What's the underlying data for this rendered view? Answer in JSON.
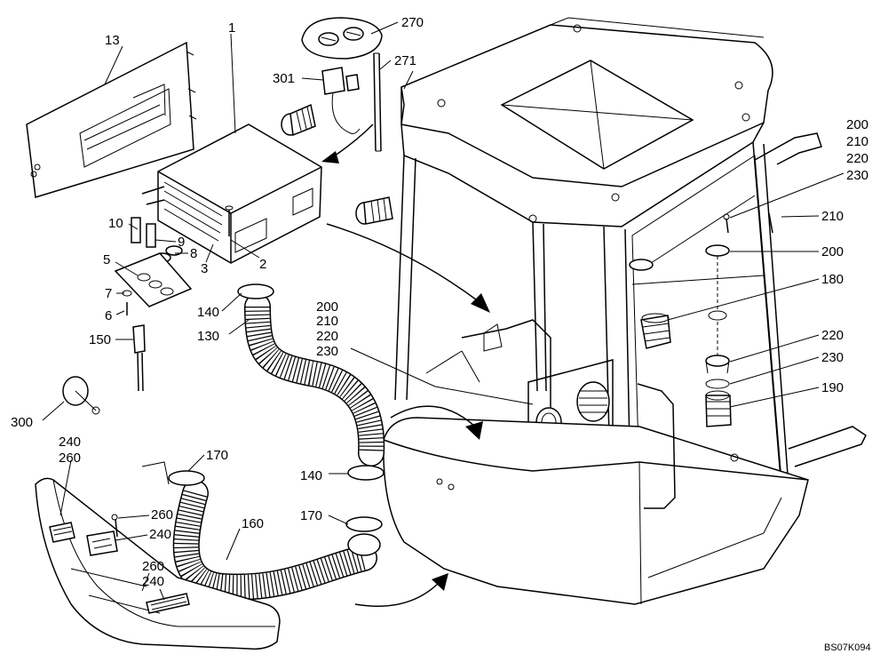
{
  "diagram": {
    "drawing_code": "BS07K094",
    "callouts": [
      {
        "id": "c13",
        "text": "13"
      },
      {
        "id": "c1",
        "text": "1"
      },
      {
        "id": "c270",
        "text": "270"
      },
      {
        "id": "c271",
        "text": "271"
      },
      {
        "id": "c301",
        "text": "301"
      },
      {
        "id": "c200a",
        "text": "200"
      },
      {
        "id": "c210a",
        "text": "210"
      },
      {
        "id": "c220a",
        "text": "220"
      },
      {
        "id": "c230a",
        "text": "230"
      },
      {
        "id": "c210b",
        "text": "210"
      },
      {
        "id": "c200b",
        "text": "200"
      },
      {
        "id": "c180",
        "text": "180"
      },
      {
        "id": "c220b",
        "text": "220"
      },
      {
        "id": "c230b",
        "text": "230"
      },
      {
        "id": "c190",
        "text": "190"
      },
      {
        "id": "c10",
        "text": "10"
      },
      {
        "id": "c9",
        "text": "9"
      },
      {
        "id": "c8",
        "text": "8"
      },
      {
        "id": "c5",
        "text": "5"
      },
      {
        "id": "c3",
        "text": "3"
      },
      {
        "id": "c2",
        "text": "2"
      },
      {
        "id": "c7",
        "text": "7"
      },
      {
        "id": "c6",
        "text": "6"
      },
      {
        "id": "c140a",
        "text": "140"
      },
      {
        "id": "c130",
        "text": "130"
      },
      {
        "id": "c150",
        "text": "150"
      },
      {
        "id": "c200c",
        "text": "200"
      },
      {
        "id": "c210c",
        "text": "210"
      },
      {
        "id": "c220c",
        "text": "220"
      },
      {
        "id": "c230c",
        "text": "230"
      },
      {
        "id": "c300",
        "text": "300"
      },
      {
        "id": "c240a",
        "text": "240"
      },
      {
        "id": "c260a",
        "text": "260"
      },
      {
        "id": "c170a",
        "text": "170"
      },
      {
        "id": "c140b",
        "text": "140"
      },
      {
        "id": "c260b",
        "text": "260"
      },
      {
        "id": "c240b",
        "text": "240"
      },
      {
        "id": "c160",
        "text": "160"
      },
      {
        "id": "c170b",
        "text": "170"
      },
      {
        "id": "c260c",
        "text": "260"
      },
      {
        "id": "c240c",
        "text": "240"
      }
    ]
  }
}
